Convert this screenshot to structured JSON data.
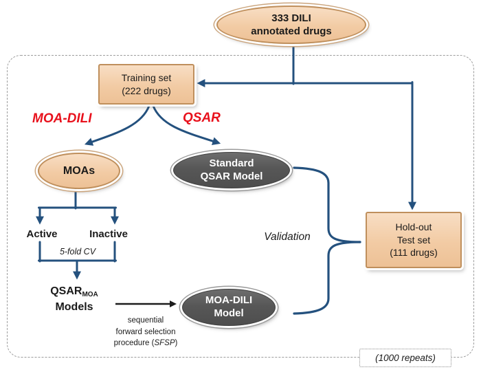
{
  "figure": {
    "nodes": {
      "source_oval": {
        "line1": "333 DILI",
        "line2": "annotated drugs"
      },
      "training_box": {
        "line1": "Training set",
        "line2": "(222 drugs)"
      },
      "holdout_box": {
        "line1": "Hold-out",
        "line2": "Test set",
        "line3": "(111 drugs)"
      },
      "moas_oval": {
        "label": "MOAs"
      },
      "standard_qsar_oval": {
        "line1": "Standard",
        "line2": "QSAR Model"
      },
      "moa_dili_model_oval": {
        "line1": "MOA-DILI",
        "line2": "Model"
      }
    },
    "labels": {
      "branch_left": "MOA-DILI",
      "branch_right": "QSAR",
      "active": "Active",
      "inactive": "Inactive",
      "cross_validation": "5-fold CV",
      "qsar_moa_base": "QSAR",
      "qsar_moa_subscript": "MOA",
      "qsar_moa_second_line": "Models",
      "sfsp_line1": "sequential",
      "sfsp_line2": "forward selection",
      "sfsp_line3_prefix": "procedure (",
      "sfsp_line3_acronym": "SFSP",
      "sfsp_line3_suffix": ")",
      "validation": "Validation",
      "repeats_note": "(1000 repeats)"
    },
    "colors": {
      "node_fill_peach": "#f2cba4",
      "node_border_tan": "#bf8f5c",
      "node_fill_dark": "#595959",
      "connector_blue": "#24517e",
      "branch_label_red": "#e8111c",
      "text_dark": "#1a1a1a"
    }
  }
}
